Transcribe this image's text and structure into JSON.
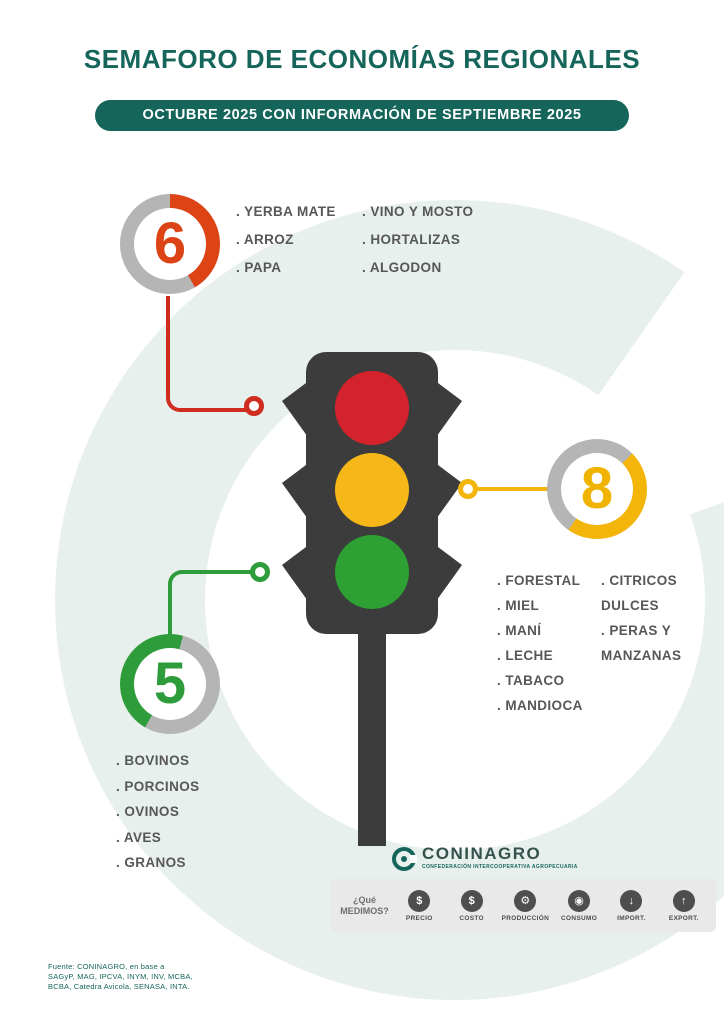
{
  "header": {
    "title": "SEMAFORO DE ECONOMÍAS REGIONALES",
    "banner": "OCTUBRE 2025 CON INFORMACIÓN DE SEPTIEMBRE 2025"
  },
  "groups": {
    "red": {
      "count": "6",
      "col1": [
        "YERBA MATE",
        "ARROZ",
        "PAPA"
      ],
      "col2": [
        "VINO Y MOSTO",
        "HORTALIZAS",
        "ALGODON"
      ]
    },
    "yellow": {
      "count": "8",
      "col1": [
        "FORESTAL",
        "MIEL",
        "MANÍ",
        "LECHE",
        "TABACO",
        "MANDIOCA"
      ],
      "col2": [
        "CITRICOS DULCES",
        "PERAS Y MANZANAS"
      ]
    },
    "green": {
      "count": "5",
      "col1": [
        "BOVINOS",
        "PORCINOS",
        "OVINOS",
        "AVES",
        "GRANOS"
      ]
    }
  },
  "logo": {
    "name": "CONINAGRO",
    "tagline": "CONFEDERACIÓN INTERCOOPERATIVA AGROPECUARIA"
  },
  "measures": {
    "q1": "¿Qué",
    "q2": "MEDIMOS?",
    "items": [
      {
        "label": "PRECIO",
        "glyph": "$"
      },
      {
        "label": "COSTO",
        "glyph": "$"
      },
      {
        "label": "PRODUCCIÓN",
        "glyph": "⚙"
      },
      {
        "label": "CONSUMO",
        "glyph": "◉"
      },
      {
        "label": "IMPORT.",
        "glyph": "↓"
      },
      {
        "label": "EXPORT.",
        "glyph": "↑"
      }
    ]
  },
  "footer": {
    "lines": [
      "Fuente: CONINAGRO, en base a",
      "SAGyP, MAG, IPCVA, INYM, INV, MCBA,",
      "BCBA, Catedra Avicola, SENASA, INTA."
    ]
  },
  "colors": {
    "teal": "#16655B",
    "light_teal": "#E8F0EE",
    "red_light": "#D5232E",
    "orange_red": "#DC4315",
    "yellow": "#F4B50A",
    "green": "#2E9C3A",
    "dark_gray": "#3C3C3C",
    "ring_gray": "#B5B5B5",
    "text_gray": "#575756"
  }
}
